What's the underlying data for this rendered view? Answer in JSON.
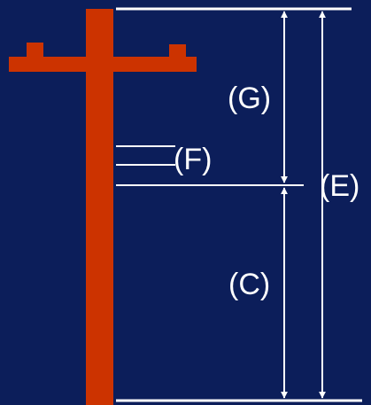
{
  "diagram": {
    "colors": {
      "background": "#0c1e5a",
      "pole": "#cc3300",
      "line": "#ffffff"
    },
    "labels": {
      "g": "(G)",
      "f": "(F)",
      "e": "(E)",
      "c": "(C)"
    }
  }
}
